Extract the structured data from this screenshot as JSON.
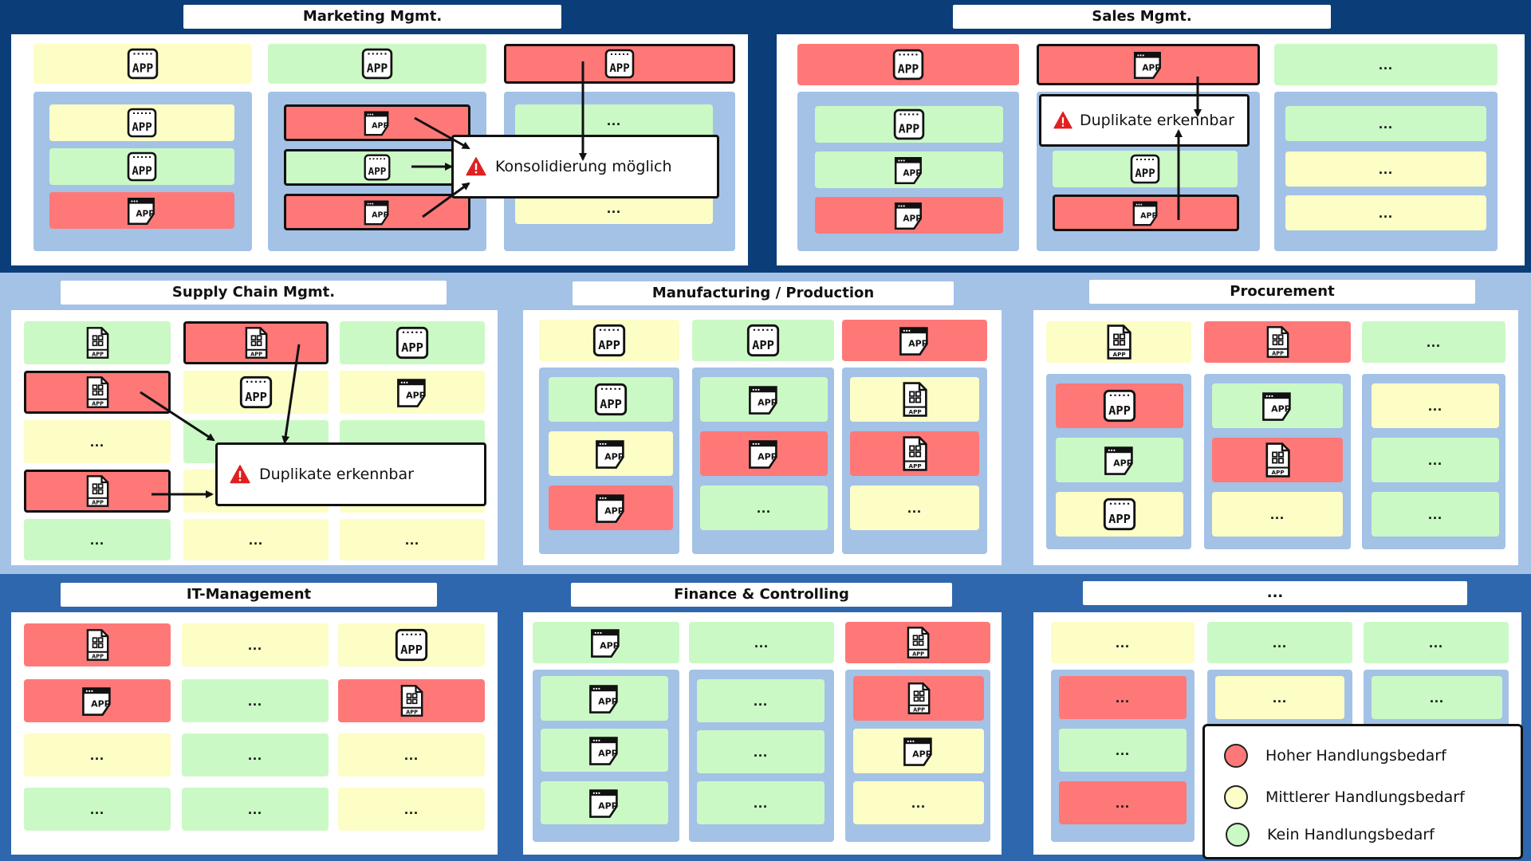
{
  "colors": {
    "high": "#ff7878",
    "medium": "#fdfdc6",
    "none": "#cbf9c5",
    "band_dark": "#0b3d78",
    "band_light": "#a3c2e6",
    "band_mid": "#2e67ad"
  },
  "icons": {
    "app_badge": "app-badge-icon",
    "app_window": "app-window-icon",
    "app_doc": "app-doc-icon",
    "warning": "warning-icon"
  },
  "app_label": "APP",
  "ellipsis": "...",
  "sections": {
    "marketing": {
      "title": "Marketing Mgmt."
    },
    "sales": {
      "title": "Sales Mgmt."
    },
    "scm": {
      "title": "Supply Chain Mgmt."
    },
    "manufacturing": {
      "title": "Manufacturing / Production"
    },
    "procurement": {
      "title": "Procurement"
    },
    "it": {
      "title": "IT-Management"
    },
    "finance": {
      "title": "Finance & Controlling"
    },
    "other": {
      "title": "..."
    }
  },
  "callouts": {
    "consolidation": "Konsolidierung möglich",
    "duplicates_sales": "Duplikate erkennbar",
    "duplicates_scm": "Duplikate erkennbar"
  },
  "legend": {
    "high": "Hoher Handlungsbedarf",
    "medium": "Mittlerer  Handlungsbedarf",
    "none": "Kein Handlungsbedarf"
  }
}
